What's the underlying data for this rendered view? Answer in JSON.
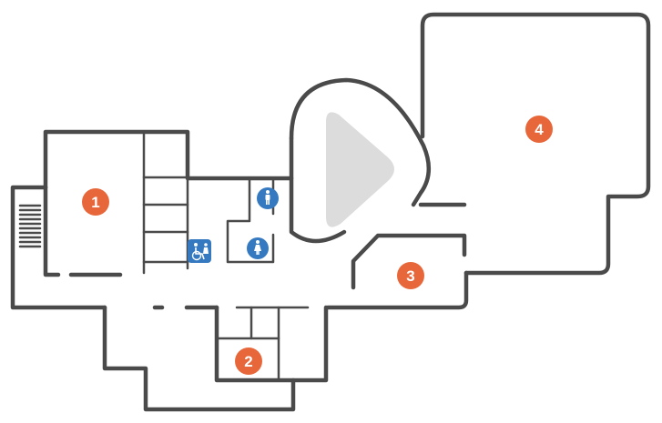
{
  "map": {
    "rooms": [
      {
        "id": "room-1",
        "label": "1"
      },
      {
        "id": "room-2",
        "label": "2"
      },
      {
        "id": "room-3",
        "label": "3"
      },
      {
        "id": "room-4",
        "label": "4"
      }
    ],
    "facilities": [
      {
        "id": "mens-restroom",
        "icon": "male-restroom-icon"
      },
      {
        "id": "womens-restroom",
        "icon": "female-restroom-icon"
      },
      {
        "id": "accessible-restroom",
        "icon": "wheelchair-accessible-icon"
      }
    ],
    "direction_indicator": "play-arrow-icon",
    "colors": {
      "wall": "#4a4a4a",
      "room_marker": "#e8673a",
      "restroom_marker": "#3579c0",
      "arrow": "#dcdcdc",
      "background": "#ffffff"
    }
  }
}
